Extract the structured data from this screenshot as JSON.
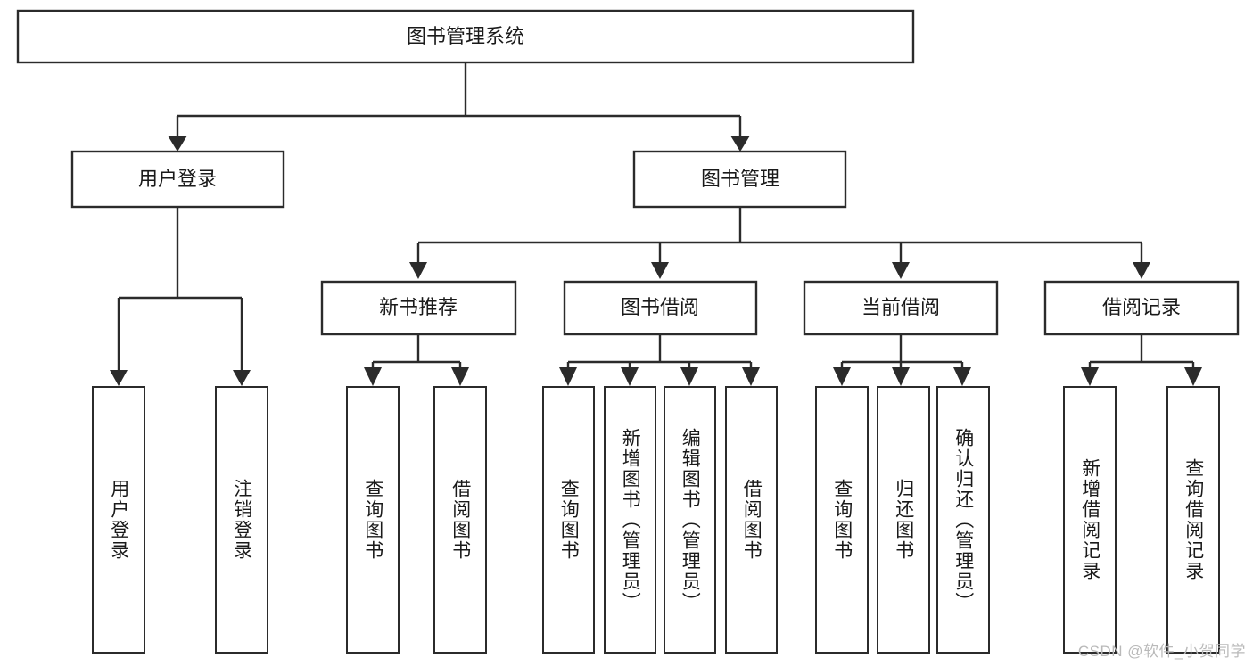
{
  "diagram": {
    "type": "tree-hierarchy",
    "title": "图书管理系统",
    "watermark": "CSDN @软件_小贺同学",
    "colors": {
      "box_stroke": "#2b2b2b",
      "box_fill": "#ffffff",
      "text": "#1a1a1a",
      "watermark": "#b9b9b9",
      "background": "#ffffff"
    },
    "levels": {
      "root": {
        "label": "图书管理系统"
      },
      "level2": [
        {
          "id": "user-login",
          "label": "用户登录"
        },
        {
          "id": "book-management",
          "label": "图书管理"
        }
      ],
      "level3": [
        {
          "id": "new-book-recommend",
          "label": "新书推荐",
          "parent": "book-management"
        },
        {
          "id": "book-borrow",
          "label": "图书借阅",
          "parent": "book-management"
        },
        {
          "id": "current-borrow",
          "label": "当前借阅",
          "parent": "book-management"
        },
        {
          "id": "borrow-record",
          "label": "借阅记录",
          "parent": "book-management"
        }
      ],
      "leaves": [
        {
          "id": "leaf-user-login",
          "label": "用户登录",
          "parent": "user-login"
        },
        {
          "id": "leaf-logout-login",
          "label": "注销登录",
          "parent": "user-login"
        },
        {
          "id": "leaf-query-book-1",
          "label": "查询图书",
          "parent": "new-book-recommend"
        },
        {
          "id": "leaf-borrow-book-1",
          "label": "借阅图书",
          "parent": "new-book-recommend"
        },
        {
          "id": "leaf-query-book-2",
          "label": "查询图书",
          "parent": "book-borrow"
        },
        {
          "id": "leaf-add-book",
          "label": "新增图书（管理员）",
          "parent": "book-borrow"
        },
        {
          "id": "leaf-edit-book",
          "label": "编辑图书（管理员）",
          "parent": "book-borrow"
        },
        {
          "id": "leaf-borrow-book-2",
          "label": "借阅图书",
          "parent": "book-borrow"
        },
        {
          "id": "leaf-query-book-3",
          "label": "查询图书",
          "parent": "current-borrow"
        },
        {
          "id": "leaf-return-book",
          "label": "归还图书",
          "parent": "current-borrow"
        },
        {
          "id": "leaf-confirm-return",
          "label": "确认归还（管理员）",
          "parent": "current-borrow"
        },
        {
          "id": "leaf-add-record",
          "label": "新增借阅记录",
          "parent": "borrow-record"
        },
        {
          "id": "leaf-query-record",
          "label": "查询借阅记录",
          "parent": "borrow-record"
        }
      ]
    }
  }
}
